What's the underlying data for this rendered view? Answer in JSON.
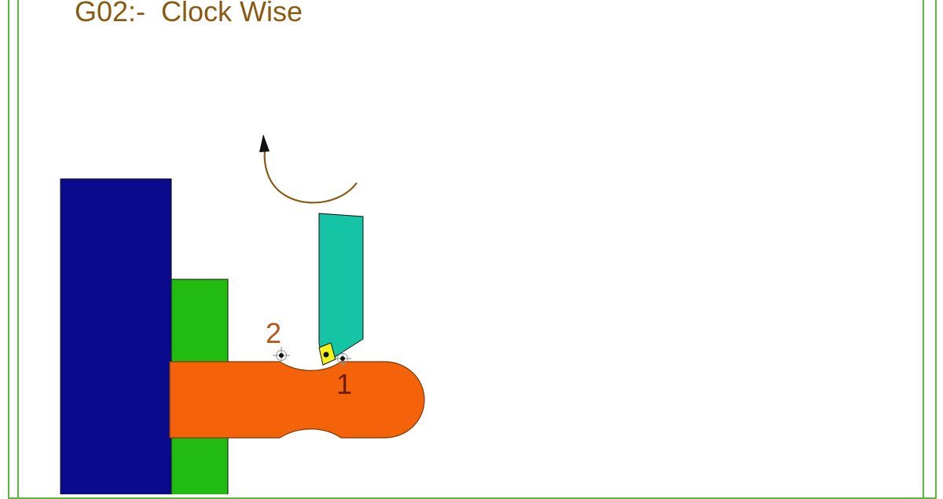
{
  "title": "G02:-  Clock Wise",
  "labels": {
    "point_1": "1",
    "point_2": "2"
  },
  "colors": {
    "frame": "#5cb83c",
    "title_text": "#8b5a12",
    "chuck": "#0a0a8c",
    "jaw": "#22bb11",
    "workpiece": "#f4620a",
    "tool_holder": "#15c3a5",
    "insert": "#f2f21c",
    "arrow_arc": "#8b5a12",
    "label_2": "#b4561a",
    "label_1": "#6b1d0a"
  },
  "icons": [
    "rotation-arrow-icon",
    "crosshair-marker-icon"
  ]
}
